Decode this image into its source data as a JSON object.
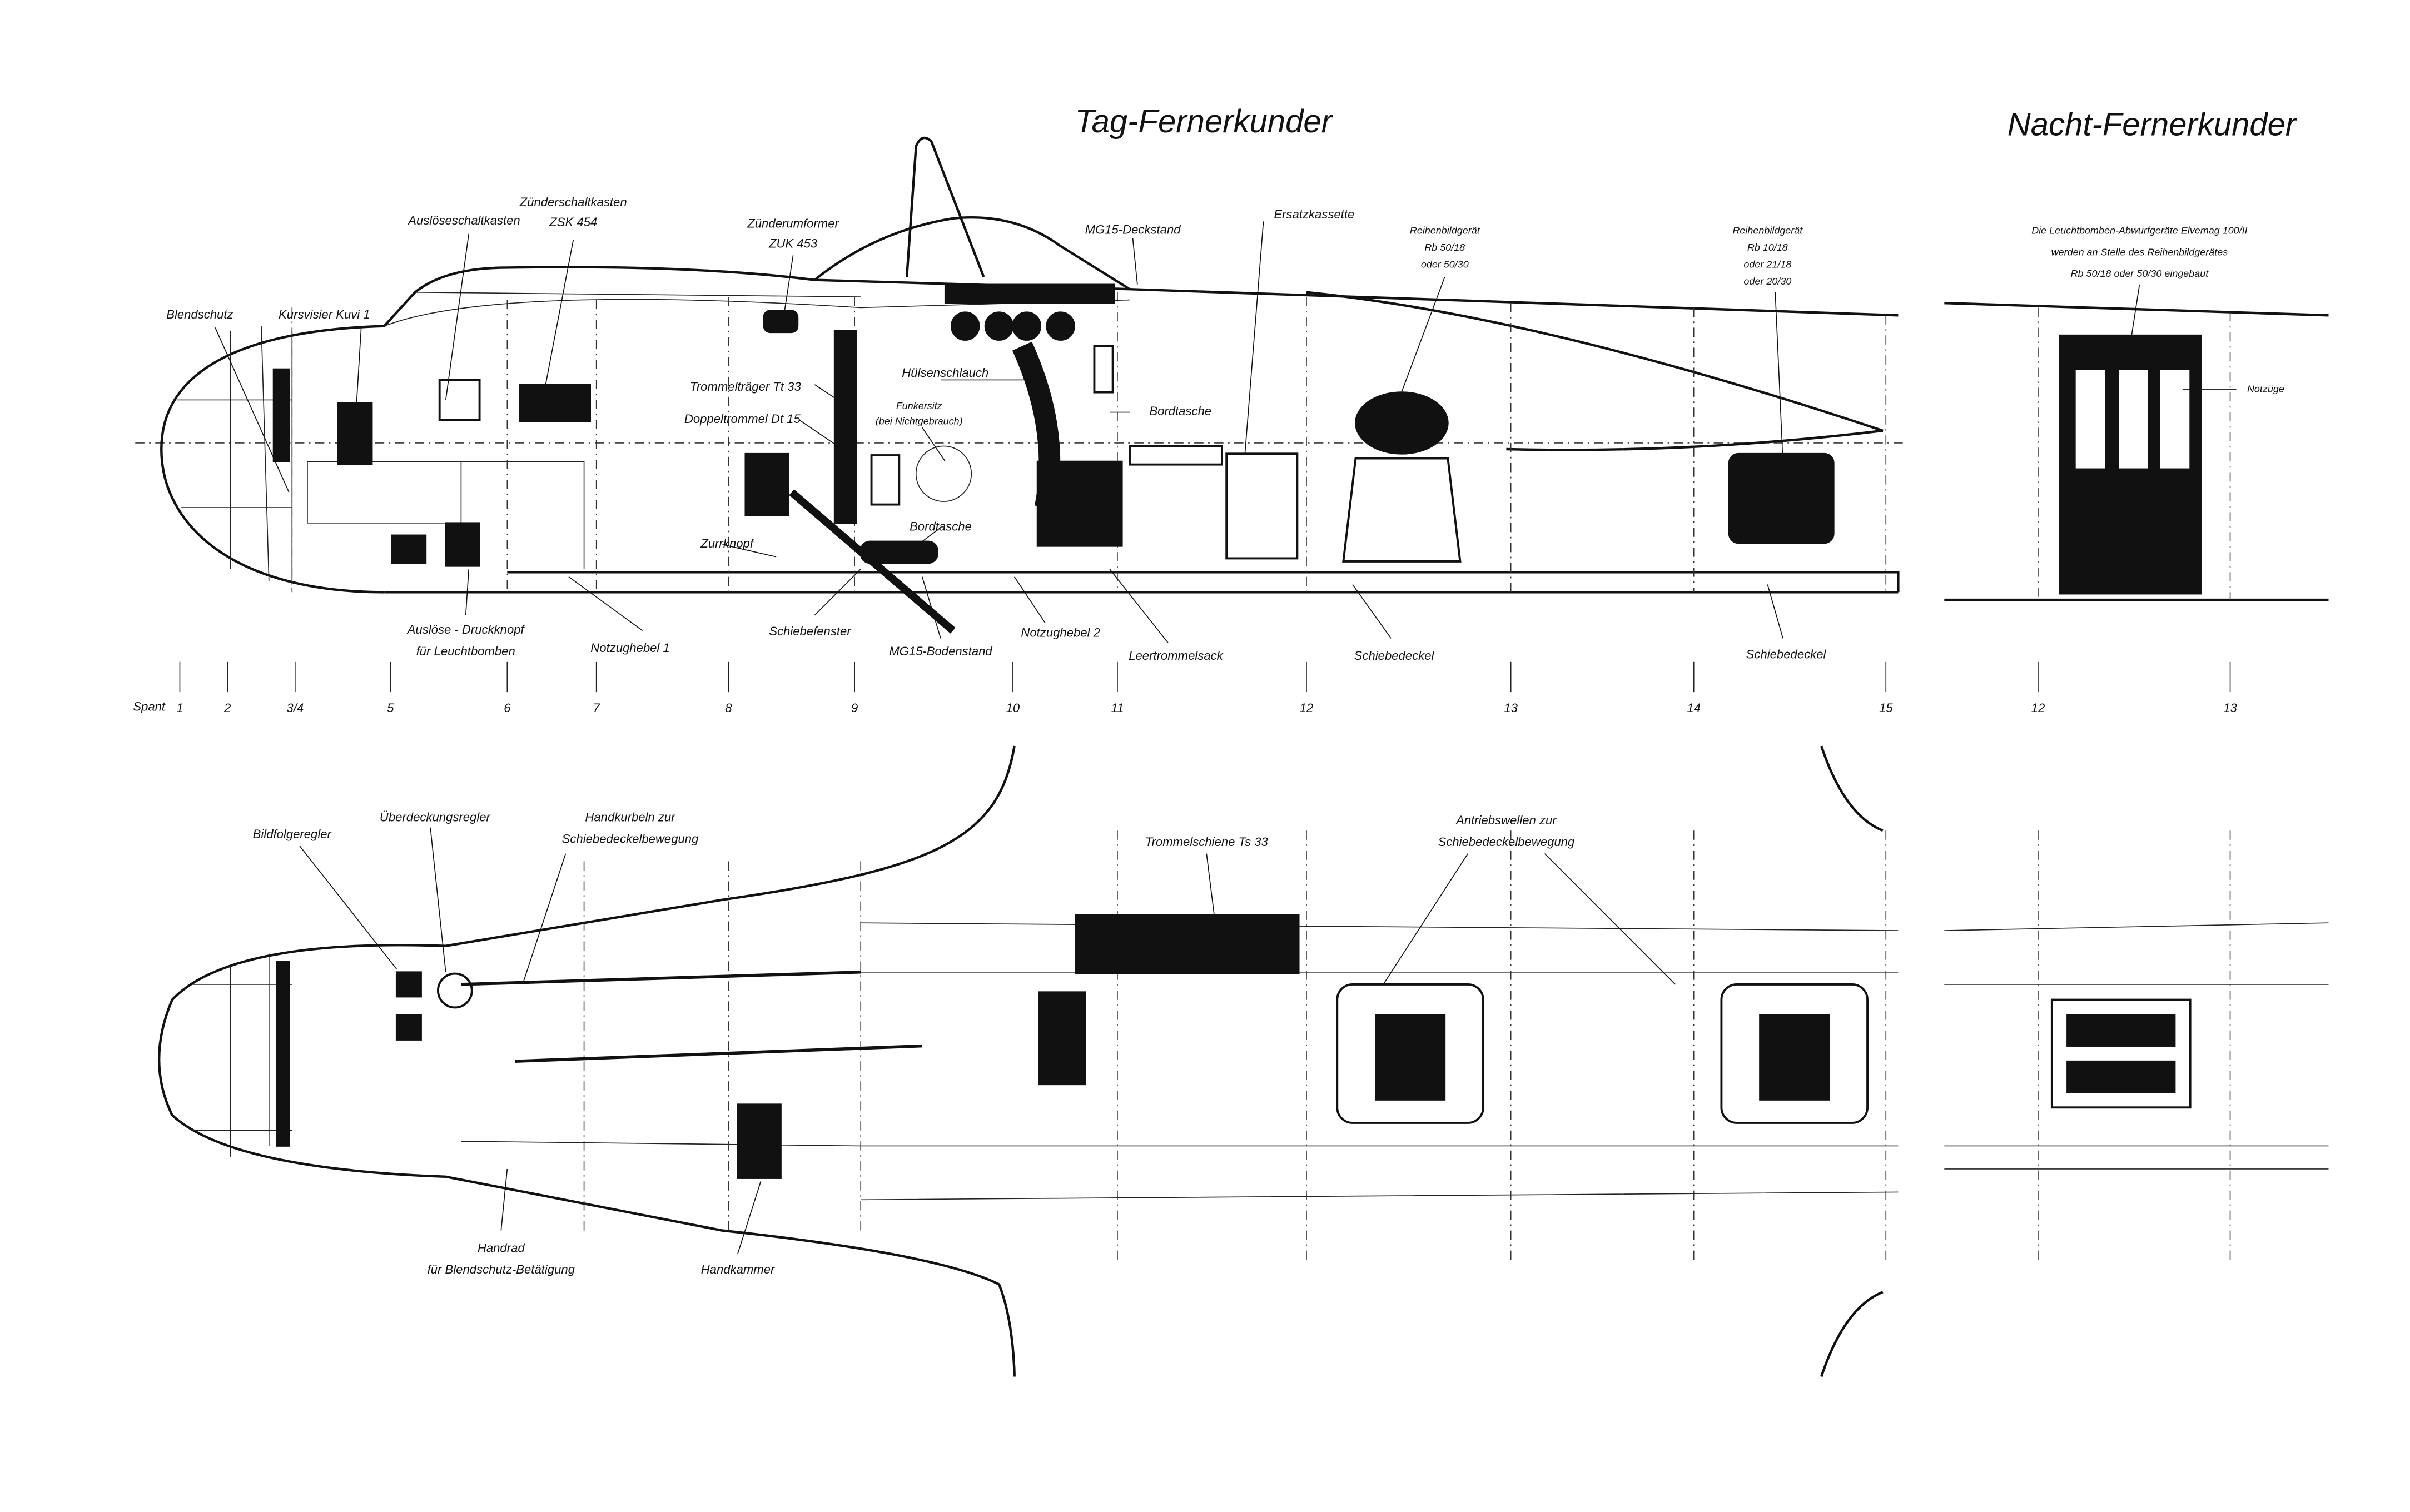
{
  "titles": {
    "day": "Tag-Fernerkunder",
    "night": "Nacht-Fernerkunder"
  },
  "side_view": {
    "ausloeseschaltkasten": [
      "Auslöseschaltkasten"
    ],
    "zuenderschaltkasten": [
      "Zünderschaltkasten",
      "ZSK 454"
    ],
    "zuenderumformer": [
      "Zünderumformer",
      "ZUK 453"
    ],
    "mg15_deckstand": [
      "MG15-Deckstand"
    ],
    "ersatzkassette": [
      "Ersatzkassette"
    ],
    "reihenbild_1": [
      "Reihenbildgerät",
      "Rb 50/18",
      "oder 50/30"
    ],
    "reihenbild_2": [
      "Reihenbildgerät",
      "Rb 10/18",
      "oder 21/18",
      "oder 20/30"
    ],
    "blendschutz": [
      "Blendschutz"
    ],
    "kursvisier": [
      "Kursvisier Kuvi 1"
    ],
    "trommeltraeger": [
      "Trommelträger Tt 33"
    ],
    "doppeltrommel": [
      "Doppeltrommel Dt 15"
    ],
    "huelsenschlauch": [
      "Hülsenschlauch"
    ],
    "funkersitz": [
      "Funkersitz",
      "(bei Nichtgebrauch)"
    ],
    "bordtasche_1": [
      "Bordtasche"
    ],
    "bordtasche_2": [
      "Bordtasche"
    ],
    "zurrknopf": [
      "Zurrknopf"
    ],
    "ausloese_druckknopf": [
      "Auslöse - Druckknopf",
      "für Leuchtbomben"
    ],
    "notzughebel_1": [
      "Notzughebel 1"
    ],
    "schiebefenster": [
      "Schiebefenster"
    ],
    "mg15_bodenstand": [
      "MG15-Bodenstand"
    ],
    "notzughebel_2": [
      "Notzughebel 2"
    ],
    "leertrommelsack": [
      "Leertrommelsack"
    ],
    "schiebedeckel_1": [
      "Schiebedeckel"
    ],
    "schiebedeckel_2": [
      "Schiebedeckel"
    ]
  },
  "night_view": {
    "note": [
      "Die Leuchtbomben-Abwurfgeräte Elvemag 100/II",
      "werden an Stelle des Reihenbildgerätes",
      "Rb 50/18 oder 50/30 eingebaut"
    ],
    "notzuege": [
      "Notzüge"
    ]
  },
  "frames": {
    "label": "Spant",
    "day": [
      "1",
      "2",
      "3/4",
      "5",
      "6",
      "7",
      "8",
      "9",
      "10",
      "11",
      "12",
      "13",
      "14",
      "15"
    ],
    "night": [
      "12",
      "13"
    ]
  },
  "plan_view": {
    "bildfolgeregler": [
      "Bildfolgeregler"
    ],
    "ueberdeckungsregler": [
      "Überdeckungsregler"
    ],
    "handkurbeln": [
      "Handkurbeln zur",
      "Schiebedeckelbewegung"
    ],
    "trommelschiene": [
      "Trommelschiene Ts 33"
    ],
    "antriebswellen": [
      "Antriebswellen zur",
      "Schiebedeckelbewegung"
    ],
    "handrad": [
      "Handrad",
      "für Blendschutz-Betätigung"
    ],
    "handkammer": [
      "Handkammer"
    ]
  }
}
